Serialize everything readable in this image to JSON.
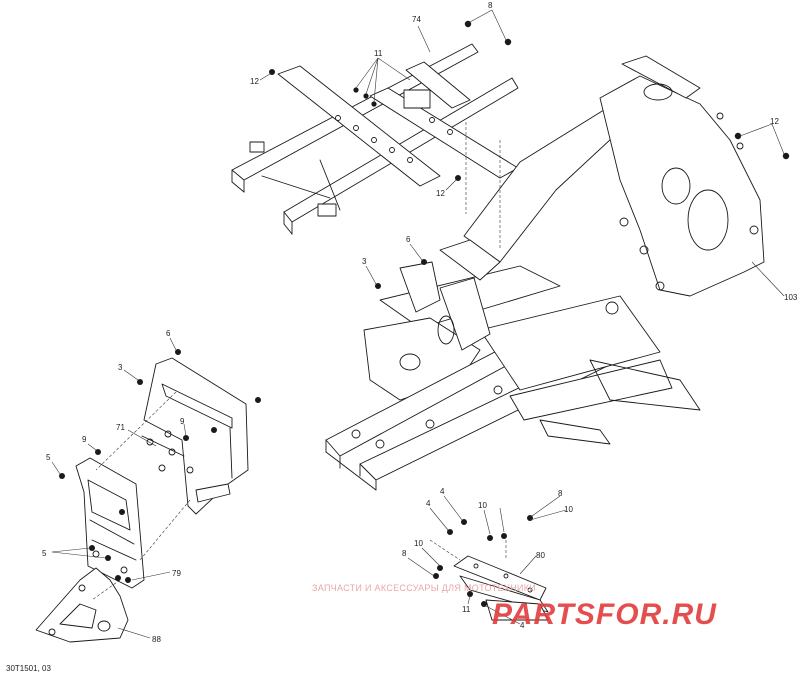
{
  "diagram": {
    "reference_code": "30T1501, 03",
    "callouts": [
      {
        "id": "c74",
        "text": "74"
      },
      {
        "id": "c8a",
        "text": "8"
      },
      {
        "id": "c11a",
        "text": "11"
      },
      {
        "id": "c12a",
        "text": "12"
      },
      {
        "id": "c12b",
        "text": "12"
      },
      {
        "id": "c12c",
        "text": "12"
      },
      {
        "id": "c103",
        "text": "103"
      },
      {
        "id": "c6a",
        "text": "6"
      },
      {
        "id": "c3a",
        "text": "3"
      },
      {
        "id": "c6b",
        "text": "6"
      },
      {
        "id": "c3b",
        "text": "3"
      },
      {
        "id": "c71",
        "text": "71"
      },
      {
        "id": "c9a",
        "text": "9"
      },
      {
        "id": "c9b",
        "text": "9"
      },
      {
        "id": "c5a",
        "text": "5"
      },
      {
        "id": "c5b",
        "text": "5"
      },
      {
        "id": "c79",
        "text": "79"
      },
      {
        "id": "c88",
        "text": "88"
      },
      {
        "id": "c4a",
        "text": "4"
      },
      {
        "id": "c4b",
        "text": "4"
      },
      {
        "id": "c10a",
        "text": "10"
      },
      {
        "id": "c8b",
        "text": "8"
      },
      {
        "id": "c10b",
        "text": "10"
      },
      {
        "id": "c8c",
        "text": "8"
      },
      {
        "id": "c10c",
        "text": "10"
      },
      {
        "id": "c80",
        "text": "80"
      },
      {
        "id": "c11b",
        "text": "11"
      },
      {
        "id": "c4c",
        "text": "4"
      }
    ]
  },
  "watermark": {
    "subtitle": "ЗАПЧАСТИ И АКСЕССУАРЫ ДЛЯ МОТОТЕХНИКИ",
    "logo": "PARTSFOR.RU"
  }
}
